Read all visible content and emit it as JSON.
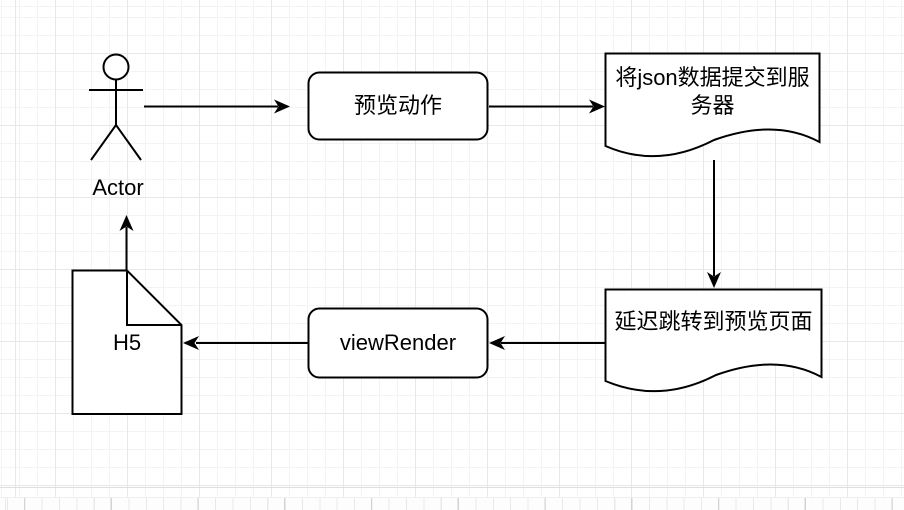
{
  "canvas": {
    "background": "#ffffff",
    "grid_minor_color": "#f3f3f5",
    "grid_major_color": "#e8e8eb",
    "page_edge_color": "#dddde1",
    "shape_stroke": "#000000",
    "shape_fill": "#ffffff",
    "text_color": "#000000"
  },
  "icons": {
    "actor": "stick-figure"
  },
  "nodes": {
    "actor": {
      "label": "Actor",
      "shape": "actor"
    },
    "preview_action": {
      "label": "预览动作",
      "shape": "rounded-rectangle"
    },
    "submit_json": {
      "line1": "将json数据提交到服",
      "line2": "务器",
      "shape": "document"
    },
    "delay_jump": {
      "label": "延迟跳转到预览页面",
      "shape": "document"
    },
    "view_render": {
      "label": "viewRender",
      "shape": "rounded-rectangle"
    },
    "h5": {
      "label": "H5",
      "shape": "note"
    }
  }
}
